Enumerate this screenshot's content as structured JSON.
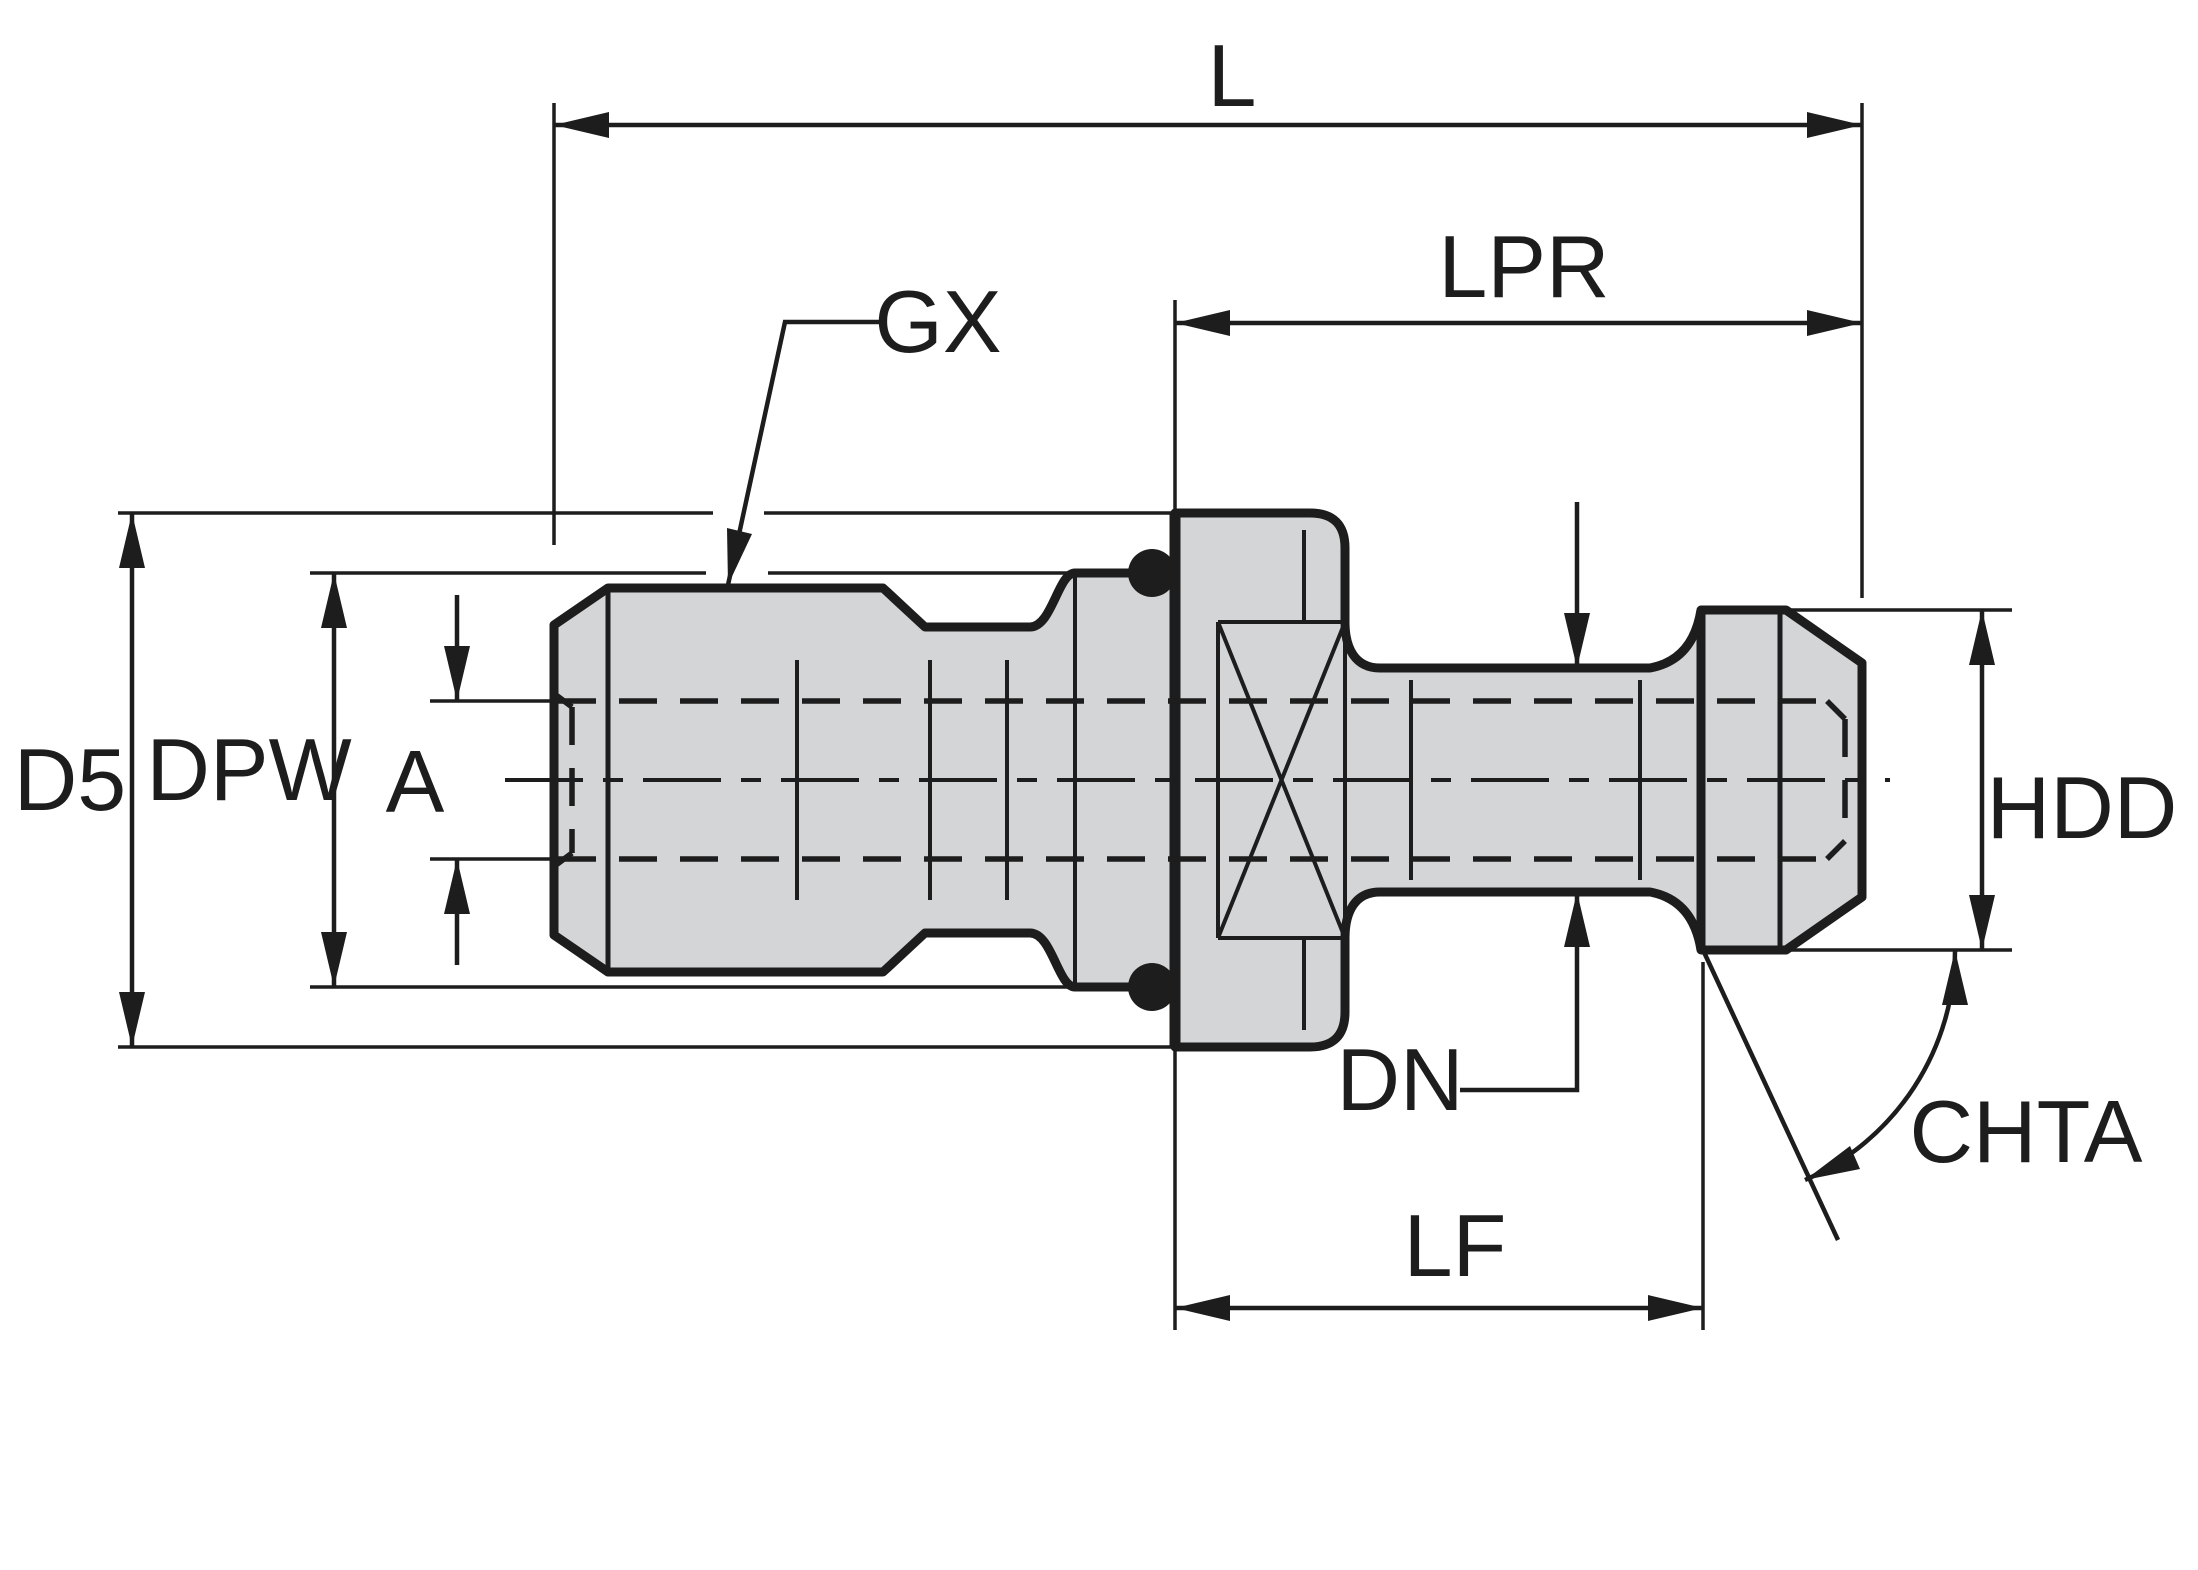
{
  "drawing": {
    "labels": {
      "overall_length": "L",
      "projection_length": "LPR",
      "thread_callout": "GX",
      "flange_diameter": "D5",
      "pilot_diameter": "DPW",
      "bore_diameter": "A",
      "head_diameter": "HDD",
      "neck_diameter": "DN",
      "chamfer_angle": "CHTA",
      "flange_to_head_length": "LF"
    },
    "colors": {
      "background": "#ffffff",
      "line": "#1d1d1d",
      "body_fill": "#d3d5d7"
    }
  }
}
